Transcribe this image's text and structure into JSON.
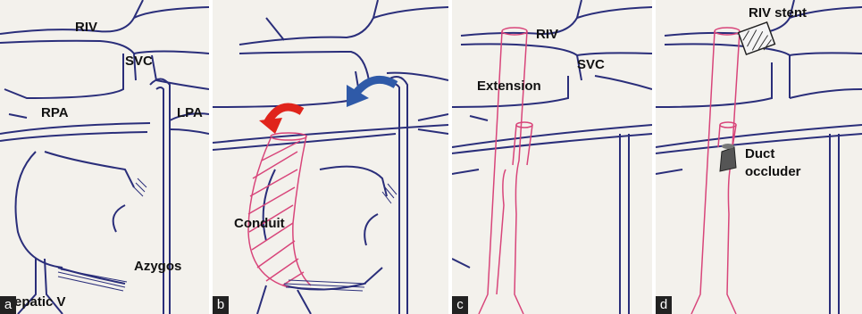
{
  "panels": [
    {
      "letter": "a",
      "labels": {
        "riv": "RIV",
        "svc": "SVC",
        "rpa": "RPA",
        "lpa": "LPA",
        "azygos": "Azygos",
        "hepatic": "epatic V"
      }
    },
    {
      "letter": "b",
      "labels": {
        "conduit": "Conduit"
      }
    },
    {
      "letter": "c",
      "labels": {
        "riv": "RIV",
        "svc": "SVC",
        "extension": "Extension"
      }
    },
    {
      "letter": "d",
      "labels": {
        "riv_stent": "RIV stent",
        "duct_occluder_1": "Duct",
        "duct_occluder_2": "occluder"
      }
    }
  ],
  "colors": {
    "ink": "#2a2e7a",
    "graft": "#d8457a",
    "arrow_red": "#e0241b",
    "arrow_blue": "#2f5aa8"
  }
}
